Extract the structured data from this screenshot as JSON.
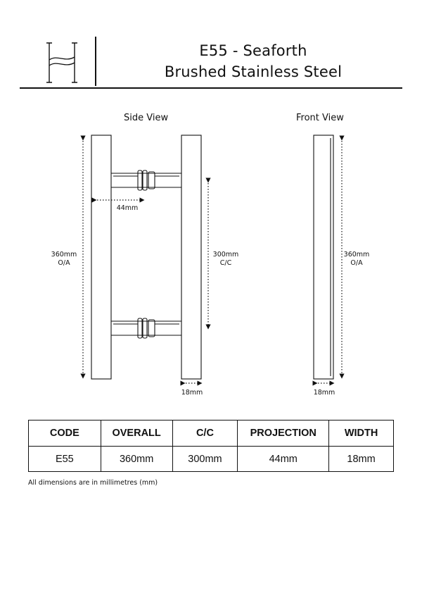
{
  "header": {
    "title_line1": "E55 - Seaforth",
    "title_line2": "Brushed Stainless Steel"
  },
  "views": {
    "side_label": "Side View",
    "front_label": "Front View"
  },
  "dimensions": {
    "overall_side": "360mm",
    "overall_side_suffix": "O/A",
    "projection": "44mm",
    "centres": "300mm",
    "centres_suffix": "C/C",
    "width_side": "18mm",
    "overall_front": "360mm",
    "overall_front_suffix": "O/A",
    "width_front": "18mm"
  },
  "table": {
    "headers": [
      "CODE",
      "OVERALL",
      "C/C",
      "PROJECTION",
      "WIDTH"
    ],
    "row": [
      "E55",
      "360mm",
      "300mm",
      "44mm",
      "18mm"
    ]
  },
  "footnote": "All dimensions are in millimetres (mm)"
}
